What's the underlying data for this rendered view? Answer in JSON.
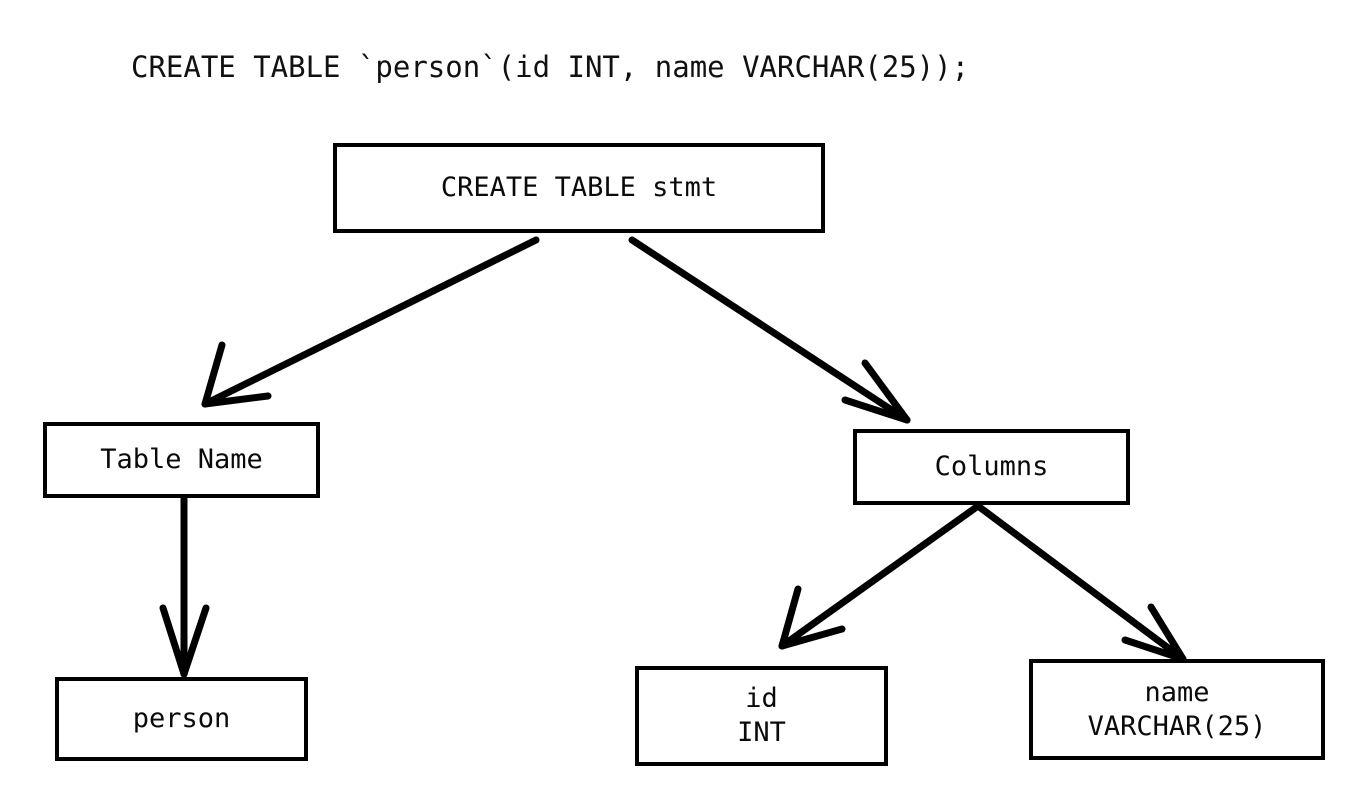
{
  "diagram": {
    "title": "CREATE TABLE `person`(id INT, name VARCHAR(25));",
    "type": "parse-tree",
    "colors": {
      "background": "#ffffff",
      "stroke": "#000000",
      "text": "#000000"
    },
    "nodes": [
      {
        "id": "root",
        "label": "CREATE TABLE stmt",
        "lines": [
          "CREATE TABLE stmt"
        ]
      },
      {
        "id": "table-name",
        "label": "Table Name",
        "lines": [
          "Table Name"
        ]
      },
      {
        "id": "columns",
        "label": "Columns",
        "lines": [
          "Columns"
        ]
      },
      {
        "id": "person",
        "label": "person",
        "lines": [
          "person"
        ]
      },
      {
        "id": "col-id",
        "label": "id INT",
        "lines": [
          "id",
          "INT"
        ]
      },
      {
        "id": "col-name",
        "label": "name VARCHAR(25)",
        "lines": [
          "name",
          "VARCHAR(25)"
        ]
      }
    ],
    "edges": [
      {
        "id": "edge-root-tablename",
        "from": "root",
        "to": "table-name",
        "arrowhead": "open-v"
      },
      {
        "id": "edge-root-columns",
        "from": "root",
        "to": "columns",
        "arrowhead": "open-v"
      },
      {
        "id": "edge-tablename-person",
        "from": "table-name",
        "to": "person",
        "arrowhead": "open-v"
      },
      {
        "id": "edge-columns-id",
        "from": "columns",
        "to": "col-id",
        "arrowhead": "open-v"
      },
      {
        "id": "edge-columns-name",
        "from": "columns",
        "to": "col-name",
        "arrowhead": "open-v"
      }
    ]
  }
}
